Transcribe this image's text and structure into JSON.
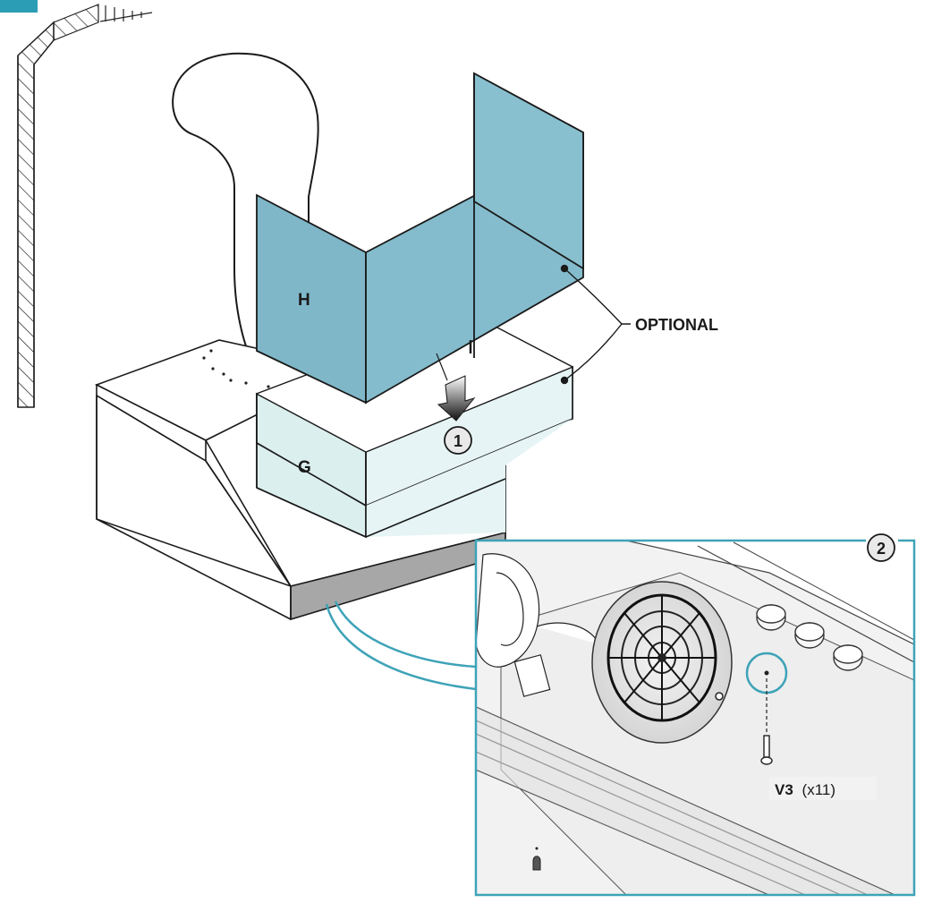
{
  "labels": {
    "panel_h": "H",
    "panel_g": "G",
    "optional": "OPTIONAL",
    "step_1": "1",
    "step_2": "2",
    "screw_code": "V3",
    "screw_qty": "(x11)"
  },
  "colors": {
    "panel_upper": "#7fb7c9",
    "panel_lower": "#def0f2",
    "detail_frame": "#3ea3b8",
    "hood_band": "#a7a7a7",
    "step_tab": "#2b9db4"
  }
}
